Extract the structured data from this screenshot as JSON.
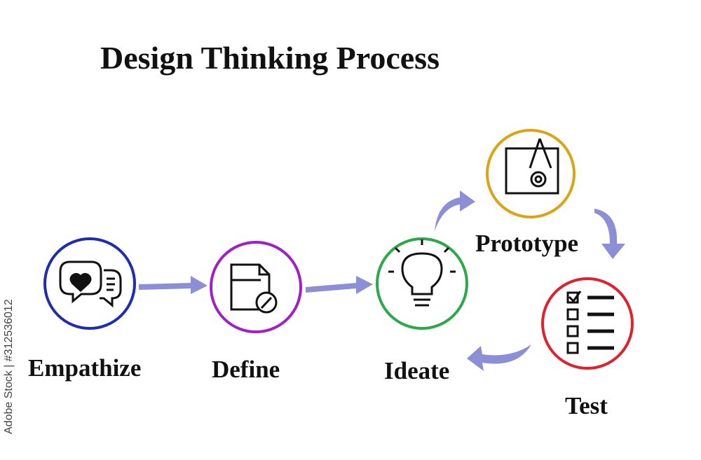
{
  "title": "Design Thinking Process",
  "steps": [
    {
      "id": "empathize",
      "label": "Empathize",
      "color": "#1f2bb0",
      "icon": "chat-heart-icon"
    },
    {
      "id": "define",
      "label": "Define",
      "color": "#a020c8",
      "icon": "document-edit-icon"
    },
    {
      "id": "ideate",
      "label": "Ideate",
      "color": "#2aa84a",
      "icon": "lightbulb-icon"
    },
    {
      "id": "prototype",
      "label": "Prototype",
      "color": "#d9a514",
      "icon": "blueprint-gear-icon"
    },
    {
      "id": "test",
      "label": "Test",
      "color": "#e0202c",
      "icon": "checklist-icon"
    }
  ],
  "arrow_color": "#8c8fd6",
  "watermark": "Adobe Stock | #312536012"
}
